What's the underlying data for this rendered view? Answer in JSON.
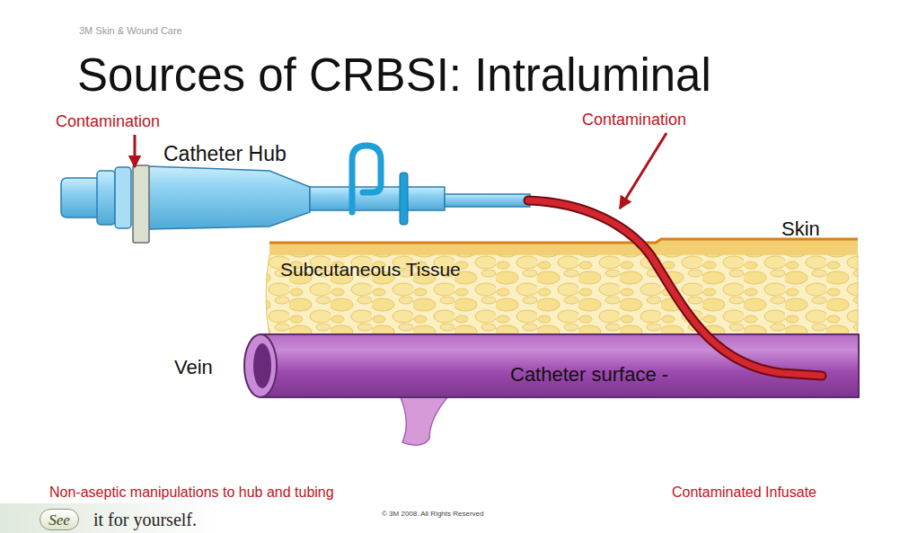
{
  "diagram": {
    "title": "Sources of CRBSI: Intraluminal",
    "nodes": [
      {
        "text": [
          "See"
        ]
      }
    ],
    "labels": [
      "3M Skin & Wound Care",
      "Contamination",
      "Catheter Hub",
      "Contamination",
      "Skin",
      "Subcutaneous Tissue",
      "Vein",
      "Catheter surface -",
      "Non-aseptic manipulations to hub and tubing",
      "Contaminated Infusate",
      "it for yourself.",
      "© 3M 2008. All Rights Reserved"
    ]
  }
}
